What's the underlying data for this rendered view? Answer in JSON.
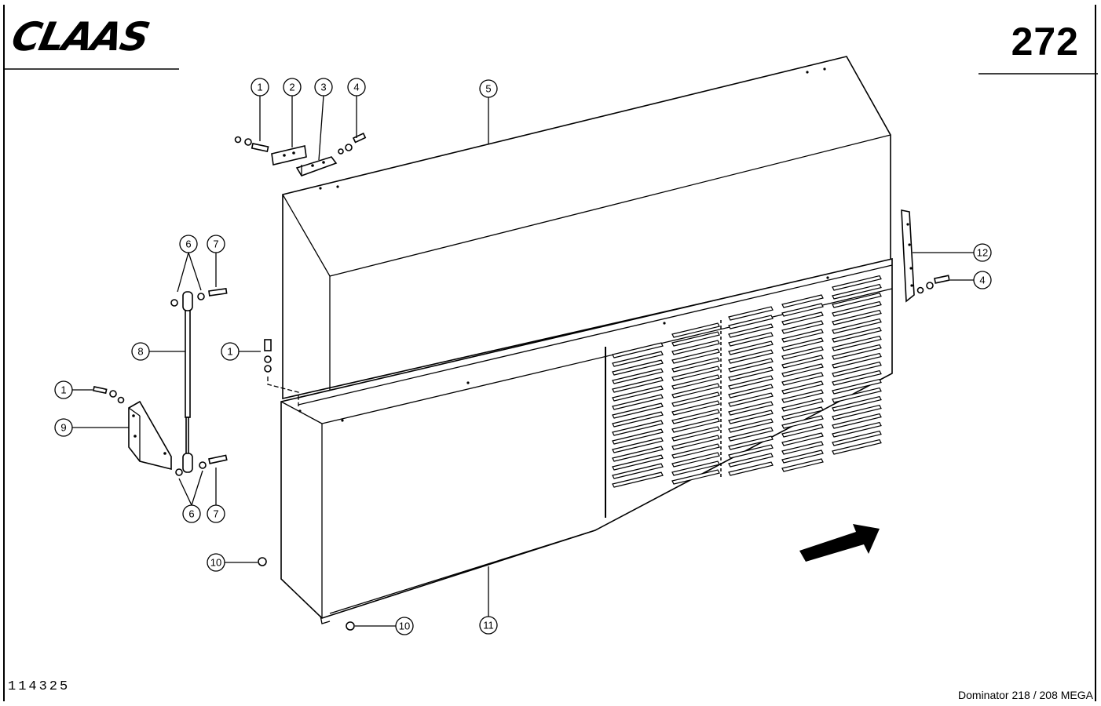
{
  "brand": {
    "logo_text": "CLAAS"
  },
  "page_number": "272",
  "drawing_number": "114325",
  "model": "Dominator 218 / 208 MEGA",
  "callouts": {
    "c1a": "1",
    "c2": "2",
    "c3": "3",
    "c4a": "4",
    "c5": "5",
    "c6a": "6",
    "c7a": "7",
    "c8": "8",
    "c1b": "1",
    "c1c": "1",
    "c9": "9",
    "c6b": "6",
    "c7b": "7",
    "c10a": "10",
    "c10b": "10",
    "c11": "11",
    "c12": "12",
    "c4b": "4"
  },
  "icons": {
    "direction_arrow": "arrow-right-icon"
  }
}
